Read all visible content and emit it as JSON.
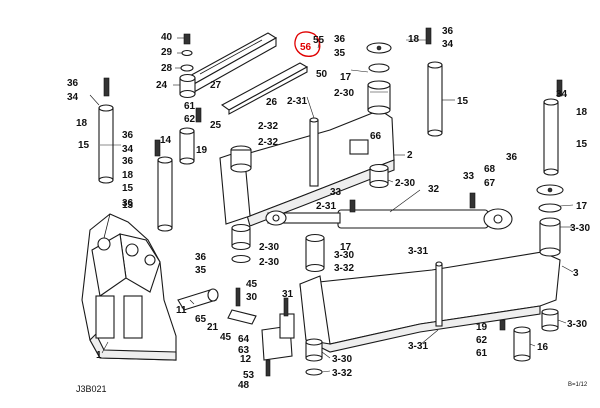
{
  "figure_code": "J3B021",
  "page_code": "B=1/12",
  "accent_circle_color": "#e00000",
  "labels": [
    "40",
    "29",
    "28",
    "24",
    "36",
    "34",
    "18",
    "15",
    "61",
    "62",
    "14",
    "19",
    "25",
    "27",
    "26",
    "55",
    "56",
    "50",
    "36",
    "35",
    "17",
    "2-30",
    "18",
    "34",
    "36",
    "15",
    "2-31",
    "2-32",
    "2-32",
    "66",
    "2",
    "36",
    "34",
    "36",
    "18",
    "15",
    "36",
    "13",
    "33",
    "2-31",
    "2-30",
    "32",
    "68",
    "67",
    "33",
    "36",
    "34",
    "18",
    "15",
    "17",
    "3-30",
    "2-30",
    "2-30",
    "17",
    "3-32",
    "3-30",
    "3-31",
    "36",
    "35",
    "3",
    "45",
    "30",
    "31",
    "11",
    "65",
    "21",
    "45",
    "64",
    "63",
    "12",
    "53",
    "48",
    "3-30",
    "3-32",
    "3-31",
    "19",
    "62",
    "61",
    "16",
    "3-30",
    "1"
  ]
}
